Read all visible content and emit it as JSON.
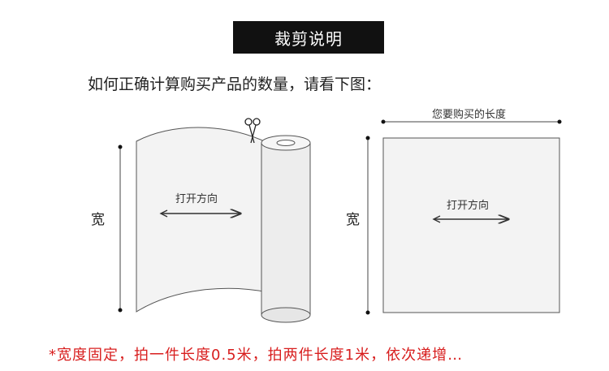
{
  "title": "裁剪说明",
  "intro": "如何正确计算购买产品的数量，请看下图：",
  "left_diagram": {
    "width_label": "宽",
    "direction_label": "打开方向"
  },
  "right_diagram": {
    "length_label": "您要购买的长度",
    "width_label": "宽",
    "direction_label": "打开方向"
  },
  "note": "*宽度固定，拍一件长度0.5米，拍两件长度1米，依次递增…",
  "colors": {
    "title_bg": "#111111",
    "title_fg": "#ffffff",
    "note": "#d81e1e",
    "fabric": "#f3f3f3"
  }
}
